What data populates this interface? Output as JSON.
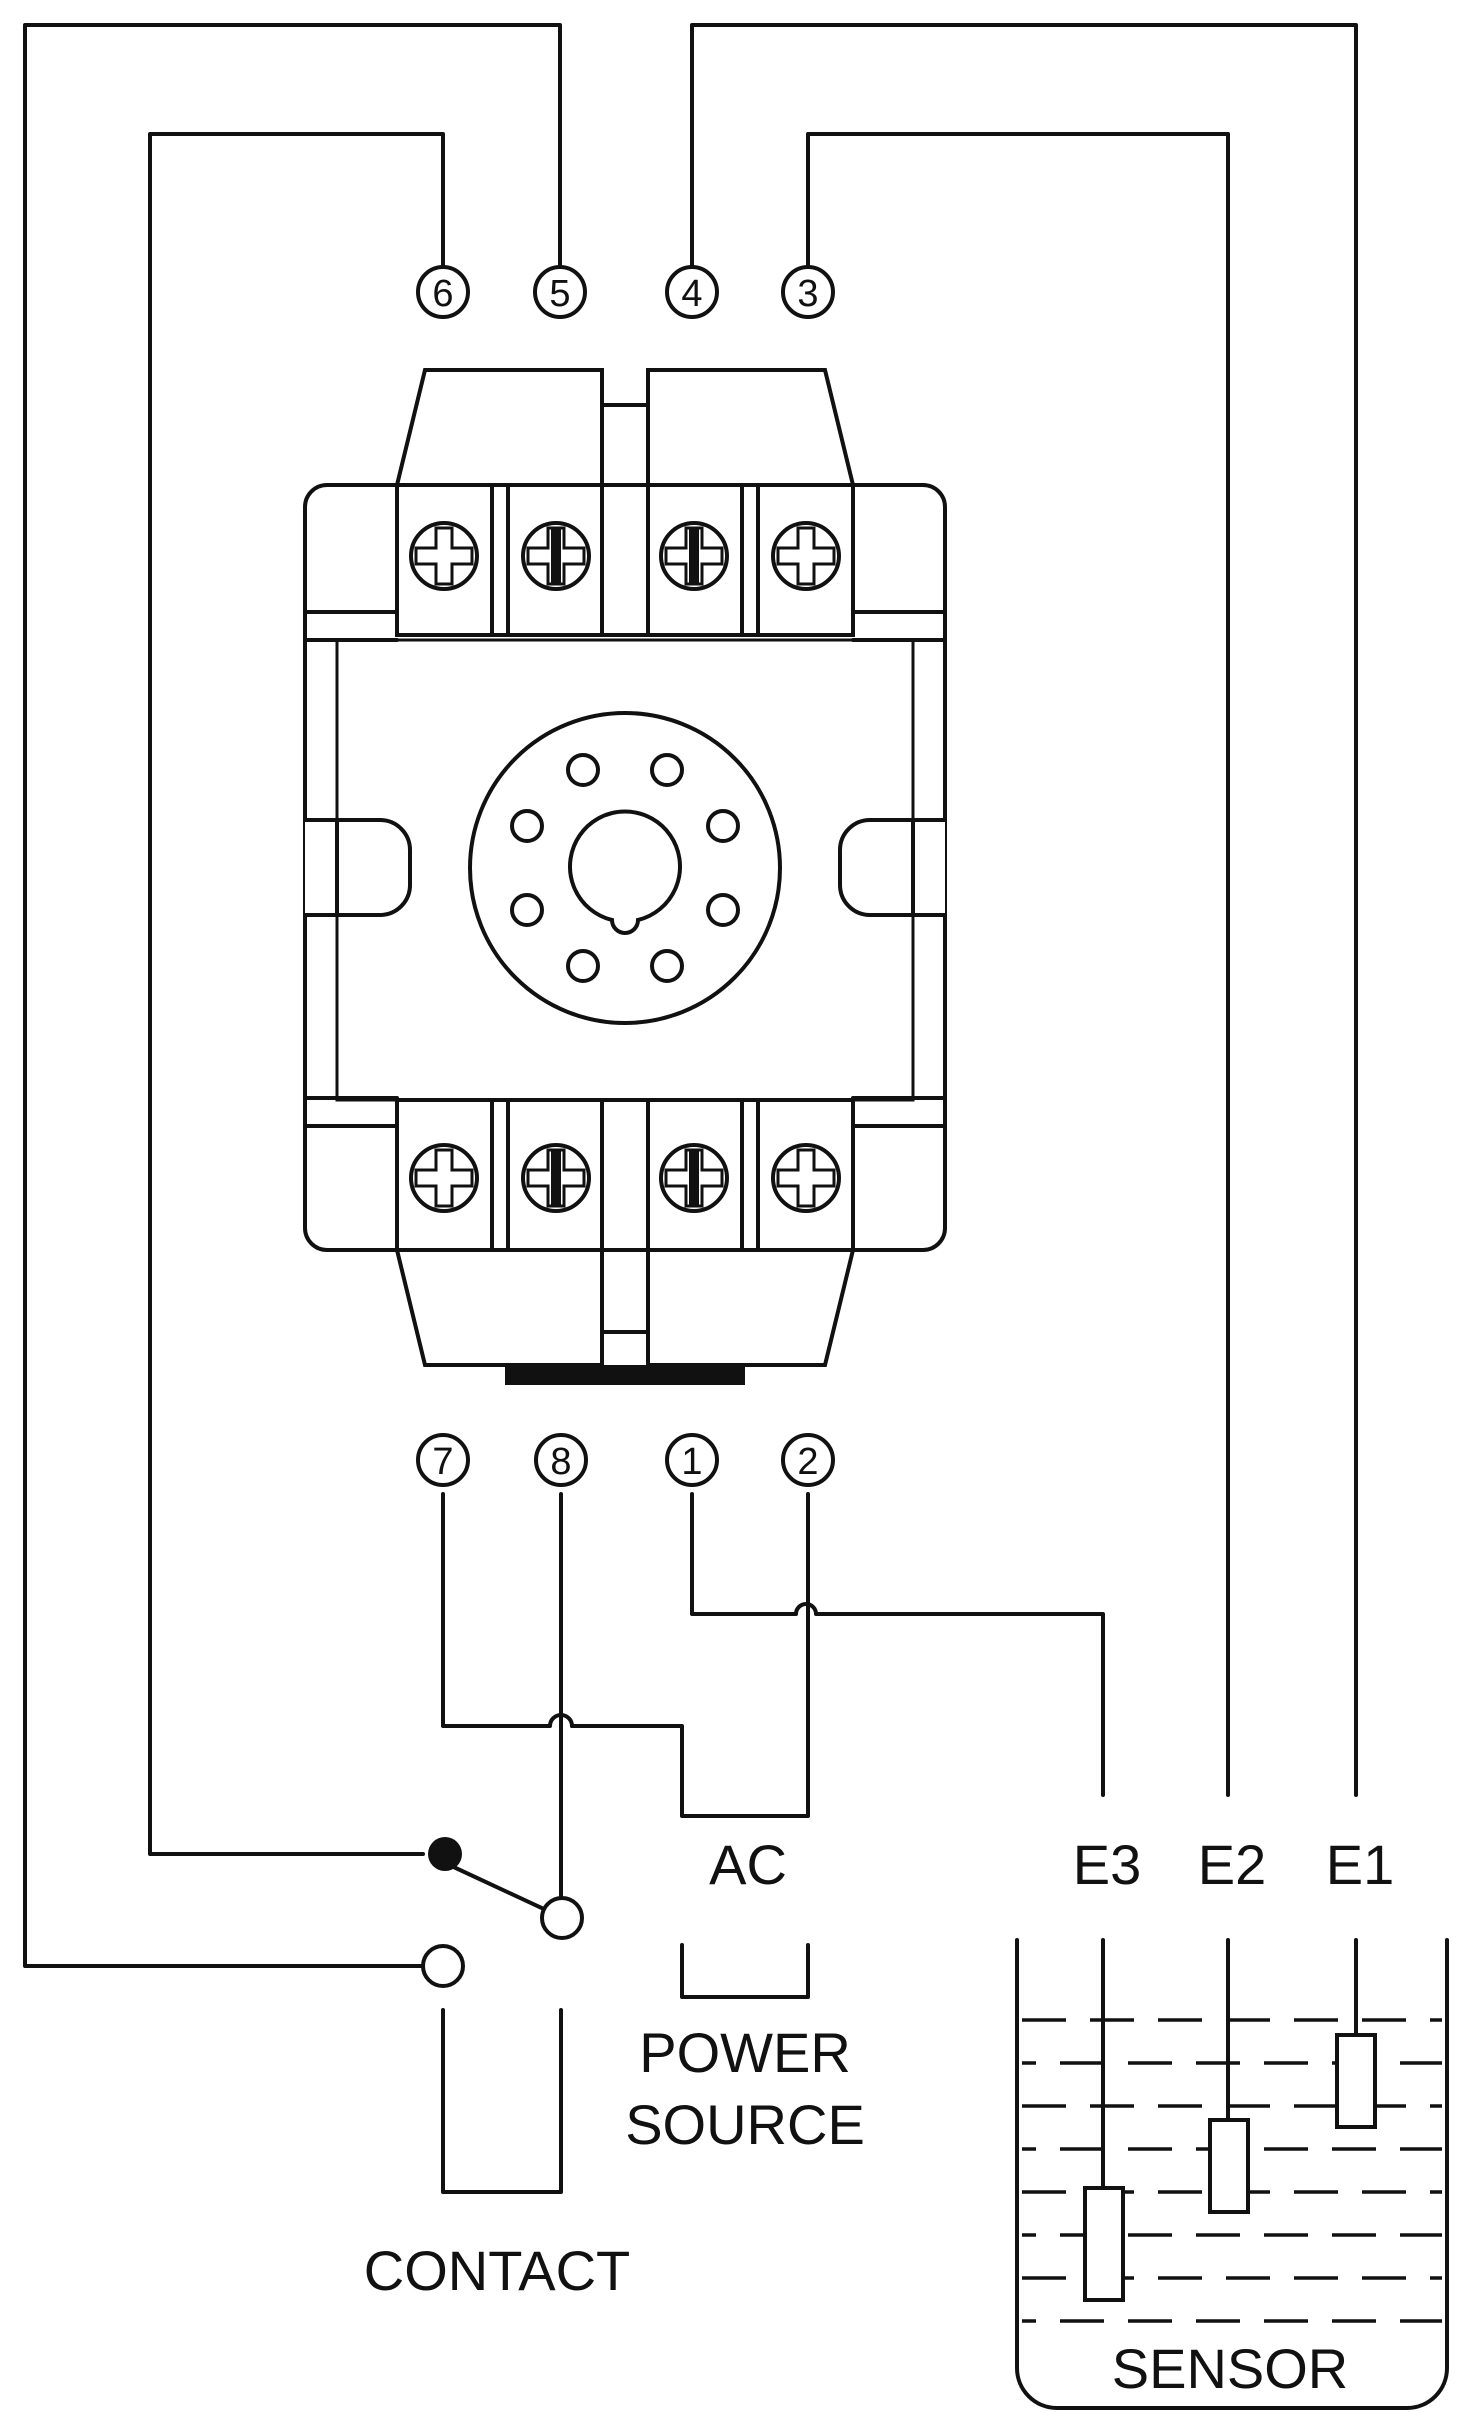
{
  "terminals": {
    "t6": "6",
    "t5": "5",
    "t4": "4",
    "t3": "3",
    "t7": "7",
    "t8": "8",
    "t1": "1",
    "t2": "2"
  },
  "labels": {
    "ac": "AC",
    "power_source_line1": "POWER",
    "power_source_line2": "SOURCE",
    "contact": "CONTACT",
    "e3": "E3",
    "e2": "E2",
    "e1": "E1",
    "sensor": "SENSOR"
  },
  "colors": {
    "line": "#111111",
    "background": "#ffffff"
  }
}
